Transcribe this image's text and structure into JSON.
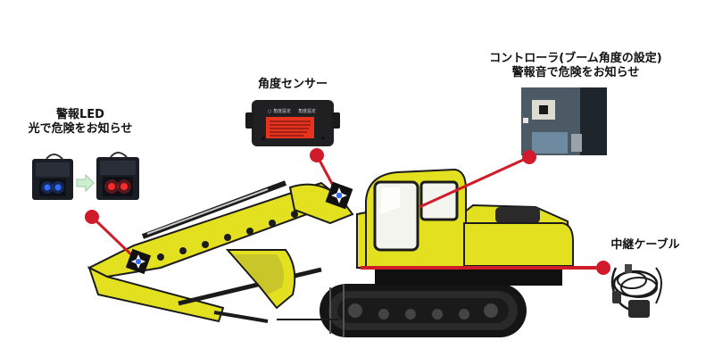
{
  "labels": {
    "led": {
      "line1": "警報LED",
      "line2": "光で危険をお知らせ"
    },
    "sensor": {
      "line1": "角度センサー"
    },
    "controller": {
      "line1": "コントローラ(ブーム角度の設定)",
      "line2": "警報音で危険をお知らせ"
    },
    "cable": {
      "line1": "中継ケーブル"
    }
  },
  "sensor_device_text": {
    "left_tag": "○ 角度設定",
    "right_tag": "角度設定"
  },
  "colors": {
    "machine_yellow": "#e3e01f",
    "machine_dark": "#1b1b1b",
    "callout_red": "#d01c2a",
    "led_blue": "#2f6bff",
    "led_red": "#ff2a2a",
    "sensor_screen": "#e8321e"
  },
  "icons": [
    "sensor-star-icon",
    "arrow-right-icon"
  ]
}
